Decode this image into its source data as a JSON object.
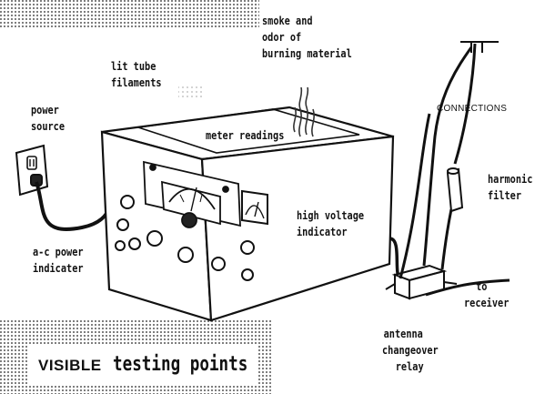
{
  "labels": {
    "smoke": [
      "smoke and",
      "odor of",
      "burning material"
    ],
    "lit_tube": [
      "lit tube",
      "filaments"
    ],
    "power_source": [
      "power",
      "source"
    ],
    "meter_readings": "meter readings",
    "connections": "CONNECTIONS",
    "harmonic_filter": [
      "harmonic",
      "filter"
    ],
    "high_voltage": [
      "high voltage",
      "indicator"
    ],
    "ac_power": [
      "a-c power",
      "indicater"
    ],
    "to_receiver": [
      "to",
      "receiver"
    ],
    "antenna_relay": [
      "antenna",
      "changeover",
      "relay"
    ]
  },
  "banner": {
    "word1": "VISIBLE",
    "word2": "testing points"
  }
}
